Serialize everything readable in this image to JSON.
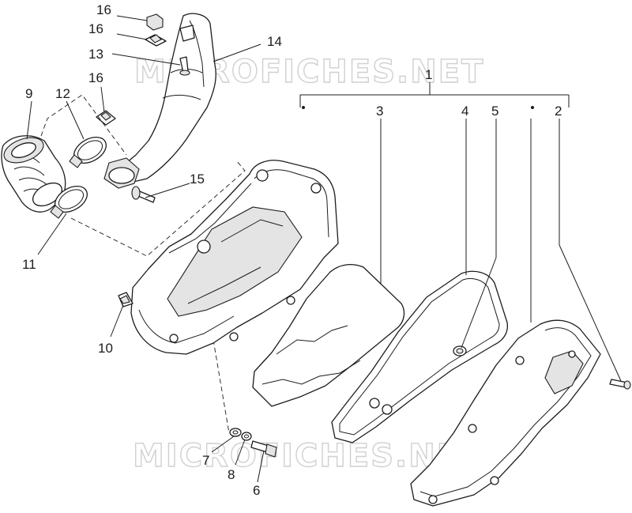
{
  "watermark": {
    "text": "MICROFICHES.NET"
  },
  "callouts": {
    "c1": "1",
    "c2": "2",
    "c3": "3",
    "c4": "4",
    "c5": "5",
    "c6": "6",
    "c7": "7",
    "c8": "8",
    "c9": "9",
    "c10": "10",
    "c11": "11",
    "c12": "12",
    "c13": "13",
    "c14": "14",
    "c15": "15",
    "c16a": "16",
    "c16b": "16",
    "c16c": "16"
  }
}
